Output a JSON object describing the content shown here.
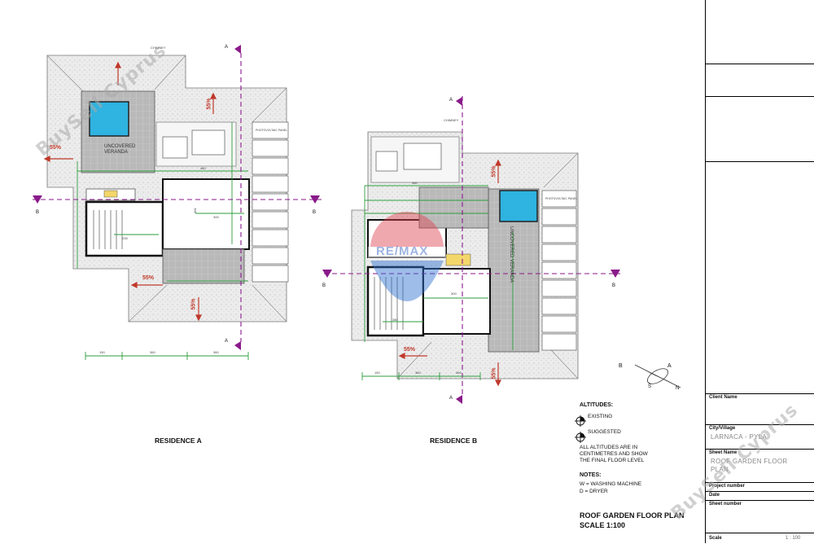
{
  "residence_a": {
    "label": "RESIDENCE A",
    "veranda": "UNCOVERED VERANDA",
    "slope_1": "55%",
    "slope_2": "55%",
    "slope_3": "55%",
    "slope_4": "55%",
    "panel_label": "PHOTOVOLTAIC PANEL",
    "chimney": "CHIMNEY",
    "dims_bottom": [
      "150",
      "360",
      "360"
    ],
    "dim_a": "480",
    "dim_b": "300",
    "dim_c": "235",
    "dim_d": "381"
  },
  "residence_b": {
    "label": "RESIDENCE B",
    "veranda": "UNCOVERED VERANDA",
    "slope_1": "55%",
    "slope_2": "55%",
    "slope_3": "55%",
    "panel_label": "PHOTOVOLTAIC PANEL",
    "chimney": "CHIMNEY",
    "dims_bottom": [
      "150",
      "360",
      "360"
    ],
    "dim_a": "480",
    "dim_b": "300",
    "dim_c": "380"
  },
  "section_marks": {
    "a": "A",
    "b": "B"
  },
  "legend": {
    "altitudes_title": "ALTITUDES:",
    "existing": "EXISTING",
    "suggested": "SUGGESTED",
    "note_line1": "ALL ALTITUDES ARE IN",
    "note_line2": "CENTIMETRES AND SHOW",
    "note_line3": "THE FINAL FLOOR LEVEL",
    "notes_title": "NOTES:",
    "note_w": "W = WASHING MACHINE",
    "note_d": "D = DRYER"
  },
  "drawing_title": {
    "line1": "ROOF GARDEN FLOOR PLAN",
    "line2": "SCALE 1:100"
  },
  "compass": {
    "n": "N",
    "s": "S",
    "a": "A",
    "b": "B"
  },
  "title_block": {
    "client_name_label": "Client Name",
    "city_label": "City/Village",
    "city_value": "LARNACA - PYLA",
    "sheet_name_label": "Sheet Name",
    "sheet_name_line1": "ROOF GARDEN FLOOR",
    "sheet_name_line2": "PLAN",
    "project_number_label": "Project number",
    "date_label": "Date",
    "sheet_number_label": "Sheet number",
    "scale_label": "Scale",
    "scale_value": "1 : 100"
  },
  "watermarks": {
    "top_left": "BuySell Cyprus",
    "bottom_right": "BuySell Cyprus",
    "center_logo": "RE/MAX"
  }
}
